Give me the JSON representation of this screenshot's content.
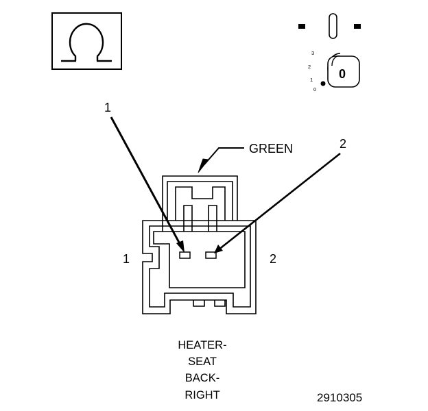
{
  "meter_symbol": "ohm-icon",
  "ignition": {
    "positions": [
      "3",
      "2",
      "1",
      "0"
    ],
    "key_label": "0",
    "icon": "ignition-key-icon"
  },
  "connector": {
    "color_label": "GREEN",
    "pin_callouts": [
      "1",
      "2"
    ],
    "side_labels": [
      "1",
      "2"
    ]
  },
  "caption": [
    "HEATER-",
    "SEAT",
    "BACK-",
    "RIGHT"
  ],
  "figure_number": "2910305"
}
